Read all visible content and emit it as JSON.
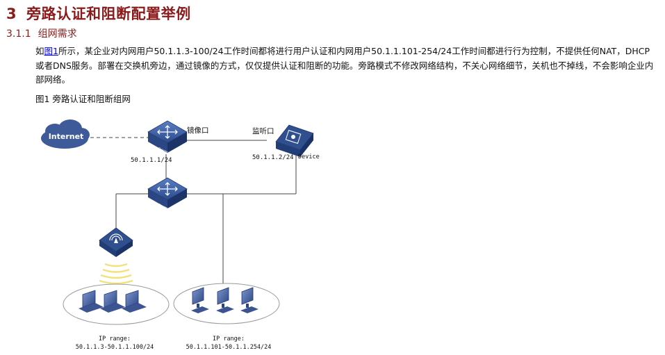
{
  "heading": {
    "number": "3",
    "title": "旁路认证和阻断配置举例"
  },
  "subheading": {
    "number": "3.1.1",
    "title": "组网需求"
  },
  "paragraph": {
    "prefix": "如",
    "link_text": "图1",
    "body": "所示，某企业对内网用户50.1.1.3-100/24工作时间都将进行用户认证和内网用户50.1.1.101-254/24工作时间都进行行为控制，不提供任何NAT，DHCP或者DNS服务。部署在交换机旁边，通过镜像的方式，仅仅提供认证和阻断的功能。旁路模式不修改网络结构，不关心网络细节，关机也不掉线，不会影响企业内部网络。"
  },
  "figure_caption": "图1 旁路认证和阻断组网",
  "diagram": {
    "cloud_label": "Internet",
    "switch_label": "SWITCH",
    "mirror_port_label": "镜像口",
    "monitor_port_label": "监听口",
    "switch_ip": "50.1.1.1/24",
    "device_ip": "50.1.1.2/24",
    "device_label": "Device",
    "group1_range_title": "IP range:",
    "group1_range": "50.1.1.3-50.1.1.100/24",
    "group2_range_title": "IP range:",
    "group2_range": "50.1.1.101-50.1.1.254/24",
    "colors": {
      "device_blue": "#2f4f8f",
      "cloud_blue": "#3e5a99",
      "wifi_yellow": "#f2e27a"
    }
  }
}
